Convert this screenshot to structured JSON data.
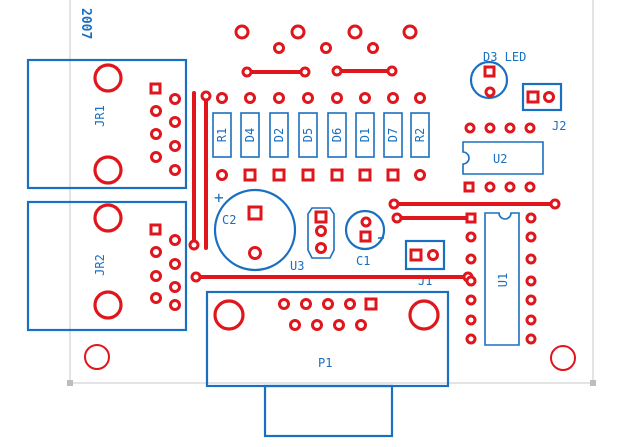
{
  "board": {
    "year_label": "2007",
    "colors": {
      "copper": "#e0161d",
      "silkscreen": "#1b6fc0",
      "outline": "#bdbdbd"
    }
  },
  "components": {
    "JR1": "JR1",
    "JR2": "JR2",
    "R1": "R1",
    "D4": "D4",
    "D2": "D2",
    "D5": "D5",
    "D6": "D6",
    "D1": "D1",
    "D7": "D7",
    "R2": "R2",
    "C2": "C2",
    "C2_plus": "+",
    "U3": "U3",
    "C1": "C1",
    "J1": "J1",
    "D3": "D3 LED",
    "J2": "J2",
    "U2": "U2",
    "U1": "U1",
    "P1": "P1"
  }
}
